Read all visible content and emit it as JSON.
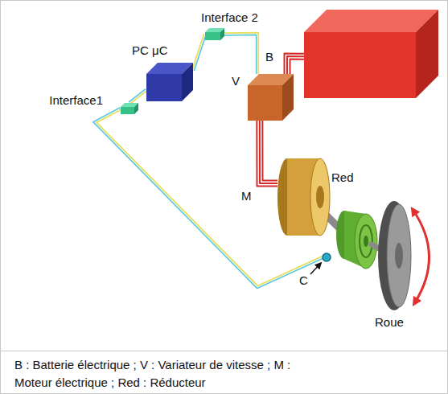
{
  "diagram": {
    "caption": "B : Batterie électrique ; V : Variateur de vitesse ; M : Moteur électrique ; Red : Réducteur",
    "nodes": [
      {
        "text": [
          "PC μC"
        ]
      },
      {
        "text": [
          "Interface 2"
        ]
      },
      {
        "text": [
          "Interface1"
        ]
      },
      {
        "text": [
          "V"
        ]
      },
      {
        "text": [
          "B"
        ]
      },
      {
        "text": [
          "M"
        ]
      },
      {
        "text": [
          "C"
        ]
      }
    ],
    "edges": [
      {
        "from": 0,
        "to": 1,
        "arrow": "none"
      },
      {
        "from": 1,
        "to": 3,
        "arrow": "none"
      },
      {
        "from": 0,
        "to": 2,
        "arrow": "none"
      },
      {
        "from": 2,
        "to": 6,
        "arrow": "none"
      },
      {
        "from": 4,
        "to": 3,
        "arrow": "none"
      },
      {
        "from": 3,
        "to": 5,
        "arrow": "none"
      }
    ],
    "labels": [
      "Red",
      "Roue"
    ]
  }
}
